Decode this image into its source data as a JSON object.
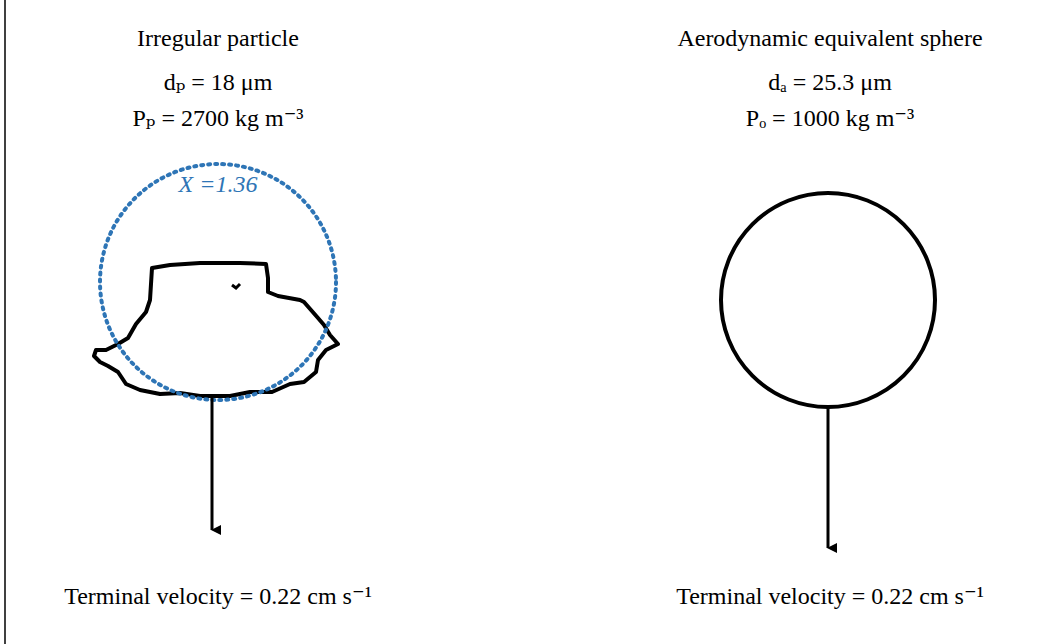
{
  "diagram": {
    "labels": [
      "Irregular particle",
      "dₚ = 18 μm",
      "Pₚ = 2700 kg m⁻³",
      "X =1.36",
      "Terminal velocity = 0.22 cm s⁻¹",
      "Aerodynamic equivalent sphere",
      "dₐ = 25.3 μm",
      "Pₒ = 1000 kg m⁻³",
      "Terminal velocity = 0.22 cm s⁻¹"
    ]
  }
}
